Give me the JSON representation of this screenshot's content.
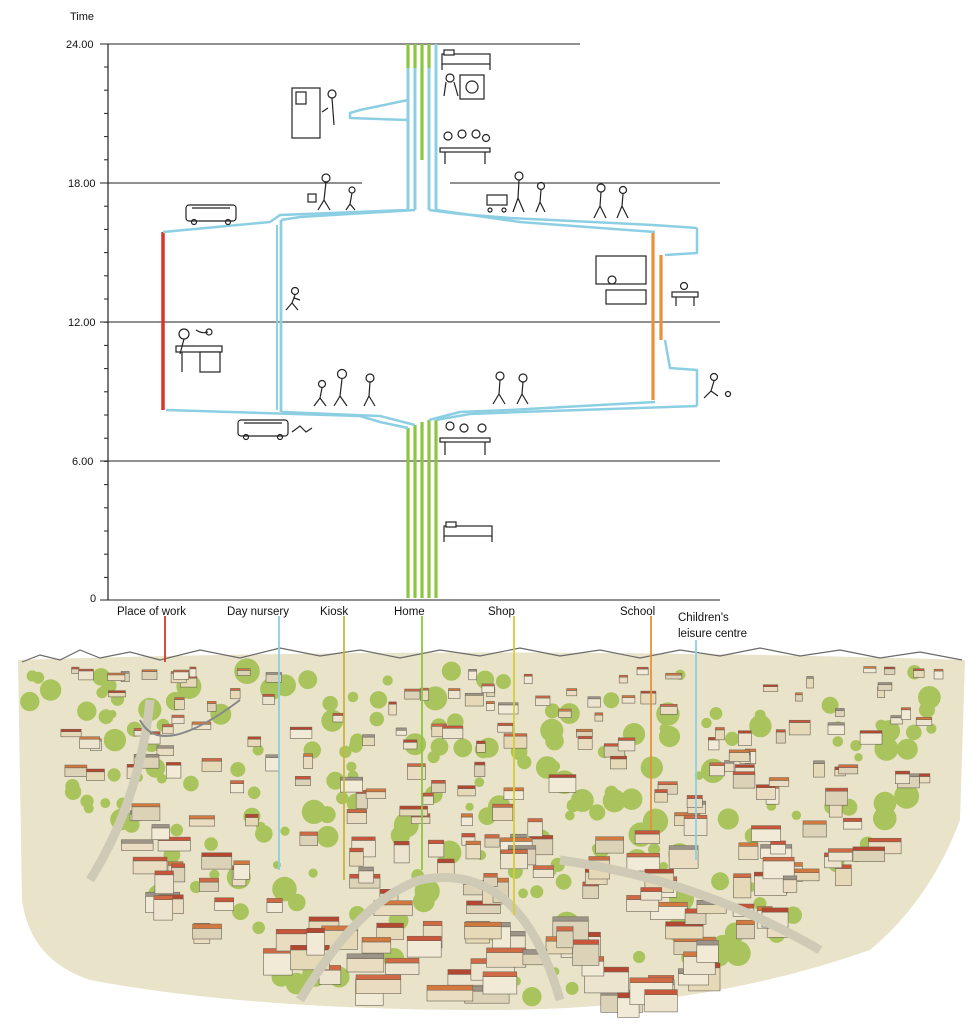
{
  "axis": {
    "title": "Time",
    "ticks": [
      "24.00",
      "18.00",
      "12.00",
      "6.00",
      "0"
    ]
  },
  "places": {
    "work": "Place of work",
    "nursery": "Day nursery",
    "kiosk": "Kiosk",
    "home": "Home",
    "shop": "Shop",
    "school": "School",
    "leisure_1": "Children's",
    "leisure_2": "leisure centre"
  },
  "colors": {
    "work": "#d9362b",
    "parent_path": "#8ccfe3",
    "kiosk": "#c9b640",
    "shop": "#d6cc3a",
    "home_sleep": "#8cc63f",
    "school": "#e8913a",
    "leisure": "#8ccfe3"
  },
  "icons": [
    "bus-icon",
    "office-worker-desk-icon",
    "bed-icon",
    "laundry-icon",
    "family-dinner-icon",
    "kiosk-shop-icon",
    "parent-child-walking-icon",
    "shopping-cart-icon",
    "children-walking-icon",
    "teacher-blackboard-icon",
    "pupil-desk-icon",
    "child-running-icon",
    "child-football-icon",
    "breakfast-icon",
    "family-walking-icon"
  ]
}
